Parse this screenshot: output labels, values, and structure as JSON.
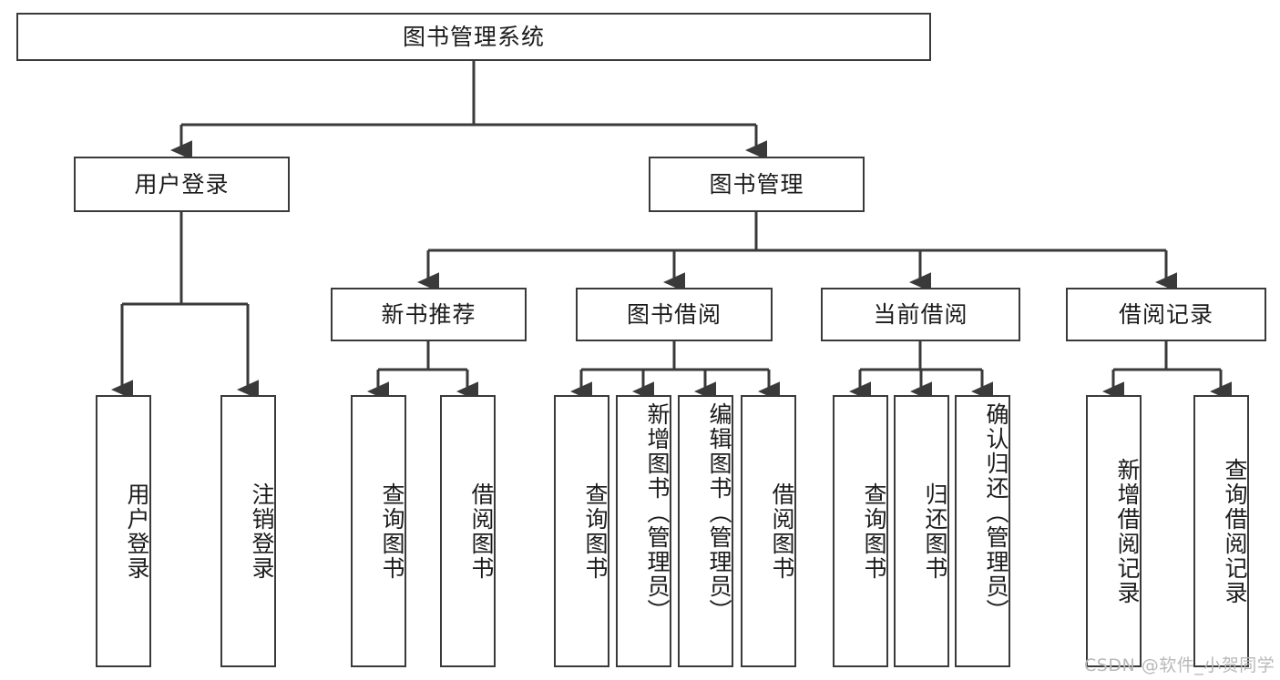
{
  "diagram": {
    "type": "hierarchy-tree",
    "title": "图书管理系统",
    "root": {
      "id": "root",
      "label": "图书管理系统",
      "orientation": "horizontal"
    },
    "level2": [
      {
        "id": "user-login",
        "label": "用户登录",
        "orientation": "horizontal"
      },
      {
        "id": "book-management",
        "label": "图书管理",
        "orientation": "horizontal"
      }
    ],
    "level3": [
      {
        "id": "new-book-recommend",
        "label": "新书推荐",
        "orientation": "horizontal",
        "parent": "book-management"
      },
      {
        "id": "book-borrow",
        "label": "图书借阅",
        "orientation": "horizontal",
        "parent": "book-management"
      },
      {
        "id": "current-borrow",
        "label": "当前借阅",
        "orientation": "horizontal",
        "parent": "book-management"
      },
      {
        "id": "borrow-record",
        "label": "借阅记录",
        "orientation": "horizontal",
        "parent": "book-management"
      }
    ],
    "leaves": [
      {
        "id": "leaf-user-login",
        "label": "用户登录",
        "parent": "user-login"
      },
      {
        "id": "leaf-logout-login",
        "label": "注销登录",
        "parent": "user-login"
      },
      {
        "id": "leaf-query-book-1",
        "label": "查询图书",
        "parent": "new-book-recommend"
      },
      {
        "id": "leaf-borrow-book-1",
        "label": "借阅图书",
        "parent": "new-book-recommend"
      },
      {
        "id": "leaf-query-book-2",
        "label": "查询图书",
        "parent": "book-borrow"
      },
      {
        "id": "leaf-add-book-admin",
        "label": "新增图书（管理员）",
        "parent": "book-borrow"
      },
      {
        "id": "leaf-edit-book-admin",
        "label": "编辑图书（管理员）",
        "parent": "book-borrow"
      },
      {
        "id": "leaf-borrow-book-2",
        "label": "借阅图书",
        "parent": "book-borrow"
      },
      {
        "id": "leaf-query-book-3",
        "label": "查询图书",
        "parent": "current-borrow"
      },
      {
        "id": "leaf-return-book",
        "label": "归还图书",
        "parent": "current-borrow"
      },
      {
        "id": "leaf-confirm-return-admin",
        "label": "确认归还（管理员）",
        "parent": "current-borrow"
      },
      {
        "id": "leaf-add-borrow-record",
        "label": "新增借阅记录",
        "parent": "borrow-record"
      },
      {
        "id": "leaf-query-borrow-record",
        "label": "查询借阅记录",
        "parent": "borrow-record"
      }
    ],
    "style": {
      "box_border_color": "#3a3a3a",
      "box_fill_color": "#ffffff",
      "connector_color": "#3a3a3a",
      "text_color": "#1b1b1b",
      "background": "#ffffff"
    }
  },
  "watermark": {
    "text": "CSDN @软件_小贺同学",
    "color": "#b9b9b9"
  }
}
